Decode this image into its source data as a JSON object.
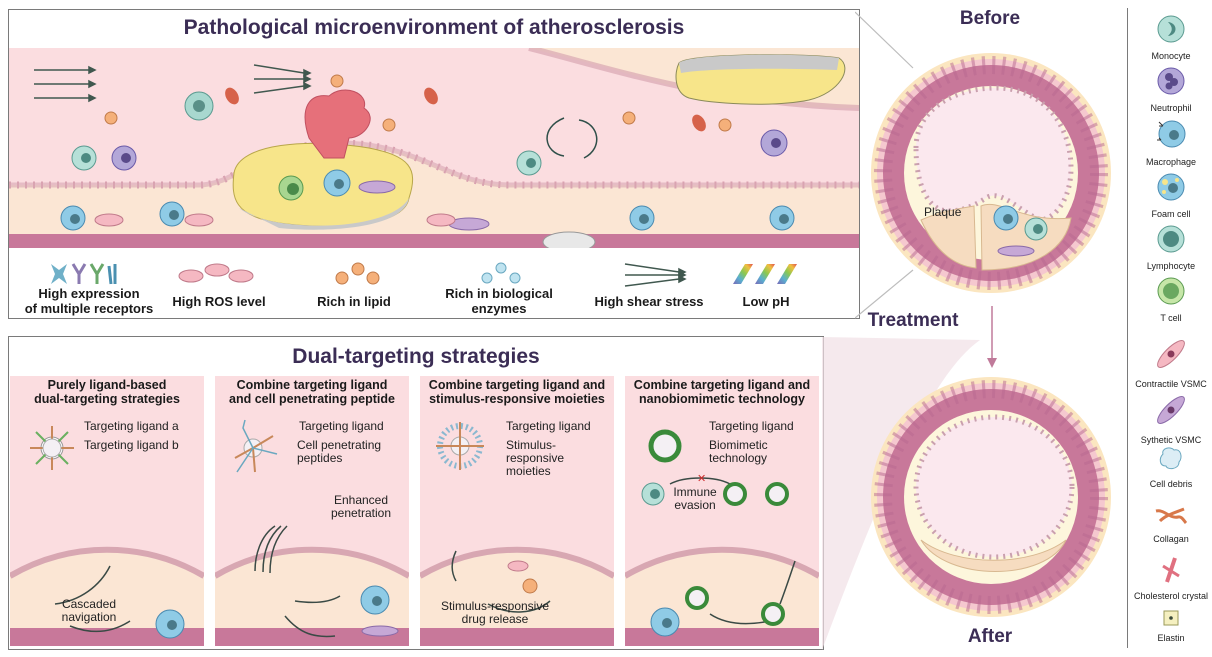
{
  "top_panel": {
    "title": "Pathological microenvironment of atherosclerosis",
    "legend": [
      {
        "icon": "receptors-icon",
        "label_line1": "High expression",
        "label_line2": "of multiple receptors"
      },
      {
        "icon": "ros-icon",
        "label_line1": "High ROS level",
        "label_line2": ""
      },
      {
        "icon": "lipid-icon",
        "label_line1": "Rich in lipid",
        "label_line2": ""
      },
      {
        "icon": "enzyme-icon",
        "label_line1": "Rich in biological",
        "label_line2": "enzymes"
      },
      {
        "icon": "shear-stress-icon",
        "label_line1": "High shear stress",
        "label_line2": ""
      },
      {
        "icon": "low-ph-icon",
        "label_line1": "Low pH",
        "label_line2": ""
      }
    ]
  },
  "bottom_panel": {
    "title": "Dual-targeting strategies",
    "strategies": [
      {
        "title_line1": "Purely ligand-based",
        "title_line2": "dual-targeting strategies",
        "labels": [
          "Targeting ligand a",
          "Targeting ligand b"
        ],
        "caption_line1": "Cascaded",
        "caption_line2": "navigation"
      },
      {
        "title_line1": "Combine targeting ligand",
        "title_line2": "and cell penetrating peptide",
        "labels": [
          "Targeting ligand",
          "Cell penetrating",
          "peptides"
        ],
        "caption_line1": "Enhanced",
        "caption_line2": "penetration"
      },
      {
        "title_line1": "Combine targeting ligand and",
        "title_line2": "stimulus-responsive moieties",
        "labels": [
          "Targeting ligand",
          "Stimulus-",
          "responsive",
          "moieties"
        ],
        "caption_line1": "Stimulus-responsive",
        "caption_line2": "drug release"
      },
      {
        "title_line1": "Combine targeting ligand and",
        "title_line2": "nanobiomimetic technology",
        "labels": [
          "Targeting ligand",
          "Biomimetic",
          "technology"
        ],
        "caption_line1": "Immune",
        "caption_line2": "evasion"
      }
    ]
  },
  "vessel": {
    "before_label": "Before",
    "plaque_label": "Plaque",
    "treatment_label": "Treatment",
    "after_label": "After"
  },
  "key": {
    "items": [
      {
        "icon": "monocyte-icon",
        "label": "Monocyte"
      },
      {
        "icon": "neutrophil-icon",
        "label": "Neutrophil"
      },
      {
        "icon": "macrophage-icon",
        "label": "Macrophage"
      },
      {
        "icon": "foam-cell-icon",
        "label": "Foam cell"
      },
      {
        "icon": "lymphocyte-icon",
        "label": "Lymphocyte"
      },
      {
        "icon": "t-cell-icon",
        "label": "T cell"
      },
      {
        "icon": "contractile-vsmc-icon",
        "label": "Contractile VSMC"
      },
      {
        "icon": "synthetic-vsmc-icon",
        "label": "Sythetic VSMC"
      },
      {
        "icon": "cell-debris-icon",
        "label": "Cell debris"
      },
      {
        "icon": "collagen-icon",
        "label": "Collagan"
      },
      {
        "icon": "cholesterol-crystal-icon",
        "label": "Cholesterol crystal"
      },
      {
        "icon": "elastin-icon",
        "label": "Elastin"
      }
    ]
  },
  "colors": {
    "title": "#3b2d55",
    "lumen": "#fbdde0",
    "intima": "#fbe6d4",
    "media": "#c8789a",
    "plaque": "#f7e58a",
    "endothelium": "#d9a0b0"
  }
}
